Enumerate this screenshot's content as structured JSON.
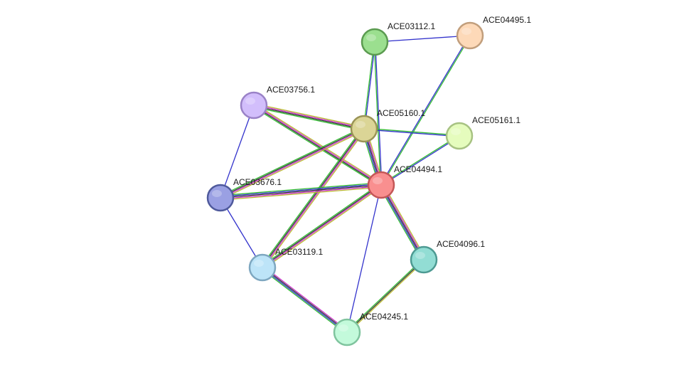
{
  "network": {
    "nodes": [
      {
        "id": "ACE03112.1",
        "label": "ACE03112.1",
        "fill": "#9bdf8f",
        "stroke": "#5b9b50"
      },
      {
        "id": "ACE04495.1",
        "label": "ACE04495.1",
        "fill": "#fdd9b8",
        "stroke": "#c19e7c"
      },
      {
        "id": "ACE03756.1",
        "label": "ACE03756.1",
        "fill": "#d2befb",
        "stroke": "#9a82c7"
      },
      {
        "id": "ACE05160.1",
        "label": "ACE05160.1",
        "fill": "#dbd596",
        "stroke": "#9a9456"
      },
      {
        "id": "ACE05161.1",
        "label": "ACE05161.1",
        "fill": "#e5fcbd",
        "stroke": "#a7c282"
      },
      {
        "id": "ACE04494.1",
        "label": "ACE04494.1",
        "fill": "#f98f8f",
        "stroke": "#c45757"
      },
      {
        "id": "ACE03676.1",
        "label": "ACE03676.1",
        "fill": "#9aa0e3",
        "stroke": "#4f5a9c"
      },
      {
        "id": "ACE03119.1",
        "label": "ACE03119.1",
        "fill": "#bde4f8",
        "stroke": "#7ea7c0"
      },
      {
        "id": "ACE04096.1",
        "label": "ACE04096.1",
        "fill": "#92ddd4",
        "stroke": "#4d9a92"
      },
      {
        "id": "ACE04245.1",
        "label": "ACE04245.1",
        "fill": "#c3fadb",
        "stroke": "#7fc49e"
      }
    ],
    "edges": [
      {
        "source": "ACE03112.1",
        "target": "ACE04495.1",
        "colors": [
          "#3333cc"
        ]
      },
      {
        "source": "ACE03112.1",
        "target": "ACE05160.1",
        "colors": [
          "#3333cc",
          "#33bb33"
        ]
      },
      {
        "source": "ACE03112.1",
        "target": "ACE04494.1",
        "colors": [
          "#3333cc",
          "#33bb33"
        ]
      },
      {
        "source": "ACE04495.1",
        "target": "ACE04494.1",
        "colors": [
          "#33bb33",
          "#3333cc"
        ]
      },
      {
        "source": "ACE03756.1",
        "target": "ACE05160.1",
        "colors": [
          "#bbbb33",
          "#cc33cc",
          "#333333",
          "#33bb33"
        ]
      },
      {
        "source": "ACE03756.1",
        "target": "ACE04494.1",
        "colors": [
          "#bbbb33",
          "#cc33cc",
          "#333333",
          "#33bb33"
        ]
      },
      {
        "source": "ACE03756.1",
        "target": "ACE03676.1",
        "colors": [
          "#3333cc"
        ]
      },
      {
        "source": "ACE05160.1",
        "target": "ACE05161.1",
        "colors": [
          "#33bb33",
          "#3333cc"
        ]
      },
      {
        "source": "ACE05160.1",
        "target": "ACE04494.1",
        "colors": [
          "#bbbb33",
          "#cc33cc",
          "#333333",
          "#3333cc",
          "#33bb33"
        ]
      },
      {
        "source": "ACE05160.1",
        "target": "ACE03676.1",
        "colors": [
          "#bbbb33",
          "#cc33cc",
          "#333333",
          "#33bb33"
        ]
      },
      {
        "source": "ACE05160.1",
        "target": "ACE03119.1",
        "colors": [
          "#bbbb33",
          "#cc33cc",
          "#333333",
          "#33bb33"
        ]
      },
      {
        "source": "ACE05161.1",
        "target": "ACE04494.1",
        "colors": [
          "#3333cc",
          "#33bb33"
        ]
      },
      {
        "source": "ACE04494.1",
        "target": "ACE03676.1",
        "colors": [
          "#bbbb33",
          "#cc33cc",
          "#333333",
          "#3333cc",
          "#33bb33"
        ]
      },
      {
        "source": "ACE04494.1",
        "target": "ACE03119.1",
        "colors": [
          "#bbbb33",
          "#cc33cc",
          "#333333",
          "#33bb33"
        ]
      },
      {
        "source": "ACE04494.1",
        "target": "ACE04096.1",
        "colors": [
          "#bbbb33",
          "#cc33cc",
          "#333333",
          "#3333cc",
          "#33bb33"
        ]
      },
      {
        "source": "ACE04494.1",
        "target": "ACE04245.1",
        "colors": [
          "#3333cc"
        ]
      },
      {
        "source": "ACE03676.1",
        "target": "ACE03119.1",
        "colors": [
          "#3333cc"
        ]
      },
      {
        "source": "ACE03119.1",
        "target": "ACE04245.1",
        "colors": [
          "#cc33cc",
          "#333333",
          "#3333cc",
          "#33bb33"
        ]
      },
      {
        "source": "ACE04096.1",
        "target": "ACE04245.1",
        "colors": [
          "#bbbb33",
          "#333333",
          "#33bb33"
        ]
      }
    ]
  }
}
